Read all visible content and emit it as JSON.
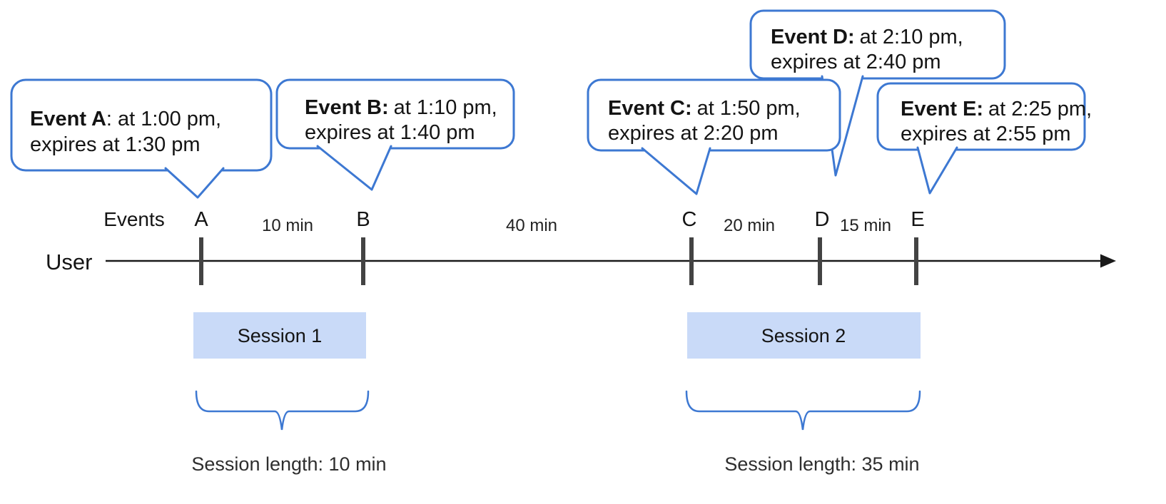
{
  "colors": {
    "accent_blue": "#3d78d2",
    "session_fill": "#c9daf8",
    "tick_gray": "#434343",
    "axis_black": "#1a1a1a"
  },
  "axis": {
    "user_label": "User",
    "events_label": "Events"
  },
  "bubbles": [
    {
      "event": "A",
      "bold": "Event A",
      "rest": ": at 1:00 pm,",
      "line2": "expires at 1:30 pm"
    },
    {
      "event": "B",
      "bold": "Event B:",
      "rest": "at 1:10 pm,",
      "line2": "expires at 1:40 pm"
    },
    {
      "event": "C",
      "bold": "Event C:",
      "rest": "at 1:50 pm,",
      "line2": "expires at 2:20 pm"
    },
    {
      "event": "D",
      "bold": "Event D:",
      "rest": "at 2:10 pm,",
      "line2": "expires at 2:40 pm"
    },
    {
      "event": "E",
      "bold": "Event E:",
      "rest": "at 2:25 pm,",
      "line2": "expires at 2:55 pm"
    }
  ],
  "event_labels": [
    "A",
    "B",
    "C",
    "D",
    "E"
  ],
  "intervals": [
    "10 min",
    "40 min",
    "20 min",
    "15 min"
  ],
  "sessions": [
    {
      "label": "Session 1",
      "length_label": "Session length: 10 min"
    },
    {
      "label": "Session 2",
      "length_label": "Session length: 35 min"
    }
  ]
}
